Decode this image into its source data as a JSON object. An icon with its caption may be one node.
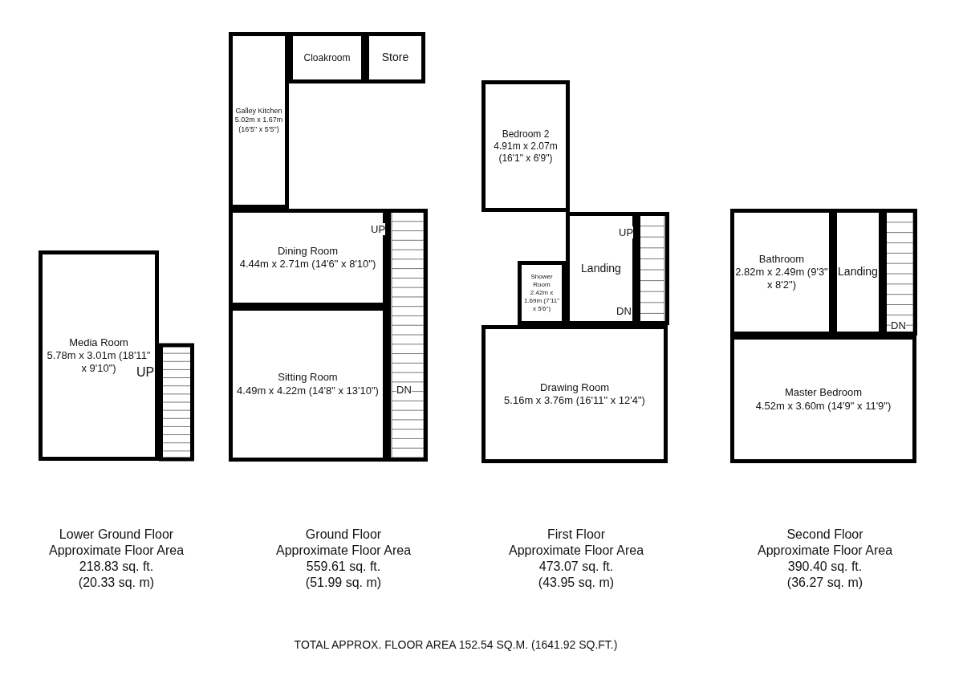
{
  "diagram": {
    "caption": "TOTAL APPROX. FLOOR AREA 152.54 SQ.M. (1641.92 SQ.FT.)",
    "nodes": [
      {
        "text": [
          "Media Room",
          "5.78m x 3.01m (18'11\" x 9'10\")"
        ]
      },
      {
        "text": [
          "Cloakroom"
        ]
      },
      {
        "text": [
          "Store"
        ]
      },
      {
        "text": [
          "Galley Kitchen",
          "5.02m x 1.67m (16'5\" x 5'5\")"
        ]
      },
      {
        "text": [
          "Dining Room",
          "4.44m x 2.71m (14'6\" x 8'10\")"
        ]
      },
      {
        "text": [
          "Sitting Room",
          "4.49m x 4.22m (14'8\" x 13'10\")"
        ]
      },
      {
        "text": [
          "Bedroom 2",
          "4.91m x 2.07m (16'1\" x 6'9\")"
        ]
      },
      {
        "text": [
          "Shower Room",
          "2.42m x 1.69m (7'11\" x 5'6\")"
        ]
      },
      {
        "text": [
          "Landing"
        ]
      },
      {
        "text": [
          "Drawing Room",
          "5.16m x 3.76m (16'11\" x 12'4\")"
        ]
      },
      {
        "text": [
          "Bathroom",
          "2.82m x 2.49m (9'3\" x 8'2\")"
        ]
      },
      {
        "text": [
          "Landing"
        ]
      },
      {
        "text": [
          "Master Bedroom",
          "4.52m x 3.60m (14'9\" x 11'9\")"
        ]
      }
    ],
    "edges": [],
    "labels": [
      "UP",
      "UP",
      "DN",
      "UP",
      "DN",
      "DN",
      "Lower Ground Floor",
      "Approximate Floor Area",
      "218.83 sq. ft.",
      "(20.33 sq. m)",
      "Ground Floor",
      "Approximate Floor Area",
      "559.61 sq. ft.",
      "(51.99 sq. m)",
      "First Floor",
      "Approximate Floor Area",
      "473.07 sq. ft.",
      "(43.95 sq. m)",
      "Second Floor",
      "Approximate Floor Area",
      "390.40 sq. ft.",
      "(36.27 sq. m)"
    ]
  }
}
